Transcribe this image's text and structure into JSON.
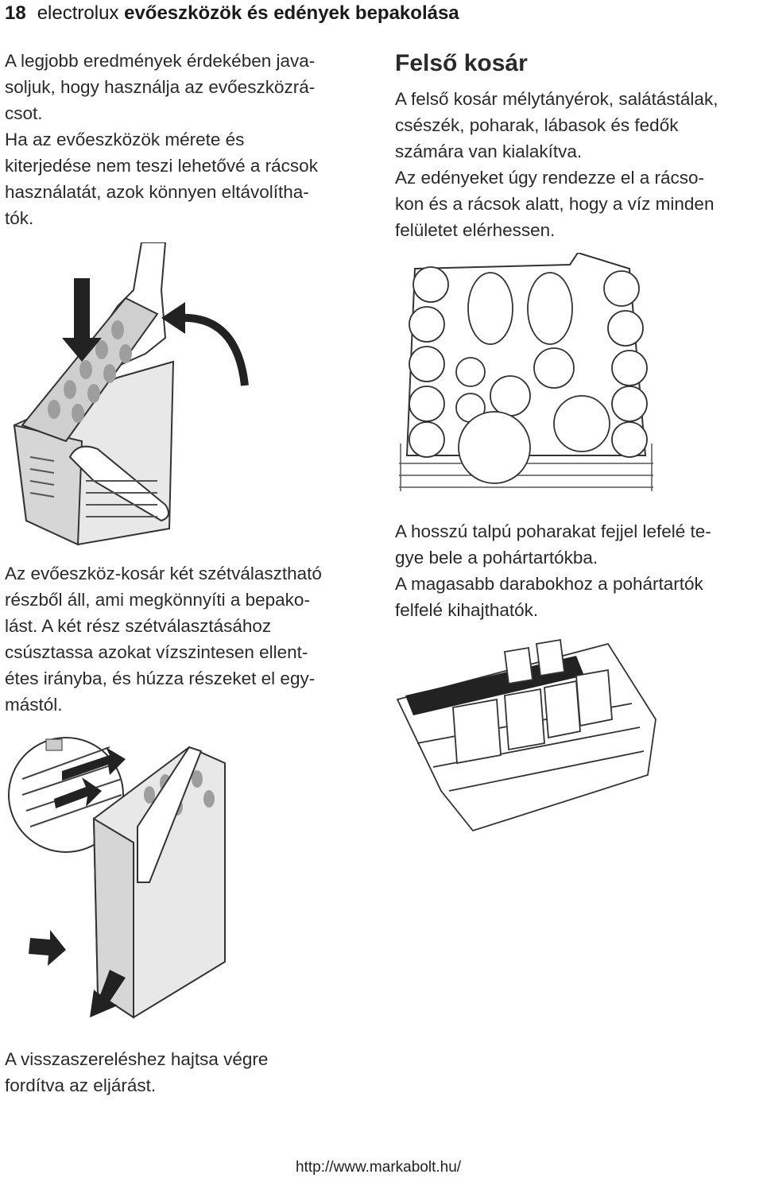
{
  "header": {
    "page_number": "18",
    "brand": "electrolux",
    "title": "evőeszközök és edények bepakolása"
  },
  "left_intro": {
    "lines": [
      "A legjobb eredmények érdekében java-",
      "soljuk, hogy használja az evőeszközrá-",
      "csot.",
      "Ha az evőeszközök mérete és",
      "kiterjedése nem teszi lehetővé a rácsok",
      "használatát, azok könnyen eltávolítha-",
      "tók."
    ]
  },
  "upper_basket": {
    "heading": "Felső kosár",
    "lines": [
      "A felső kosár mélytányérok, salátástálak,",
      "csészék, poharak, lábasok és fedők",
      "számára van kialakítva.",
      "Az edényeket úgy rendezze el a rácso-",
      "kon és a rácsok alatt, hogy a víz minden",
      "felületet elérhessen."
    ]
  },
  "cutlery_split": {
    "lines": [
      "Az evőeszköz-kosár két szétválasztható",
      "részből áll, ami megkönnyíti a bepako-",
      "lást. A két rész szétválasztásához",
      "csúsztassa azokat vízszintesen ellent-",
      "étes irányba, és húzza részeket el egy-",
      "mástól."
    ]
  },
  "glass_holders": {
    "lines": [
      "A hosszú talpú poharakat fejjel lefelé te-",
      "gye bele a pohártartókba.",
      "A magasabb darabokhoz a pohártartók",
      "felfelé kihajthatók."
    ]
  },
  "reassembly": {
    "lines": [
      "A visszaszereléshez hajtsa végre",
      "fordítva az eljárást."
    ]
  },
  "footer": {
    "url": "http://www.markabolt.hu/"
  },
  "colors": {
    "text": "#2a2a2a",
    "illustration_stroke": "#333333",
    "illustration_fill": "#bdbdbd",
    "illustration_light": "#e8e8e8"
  }
}
